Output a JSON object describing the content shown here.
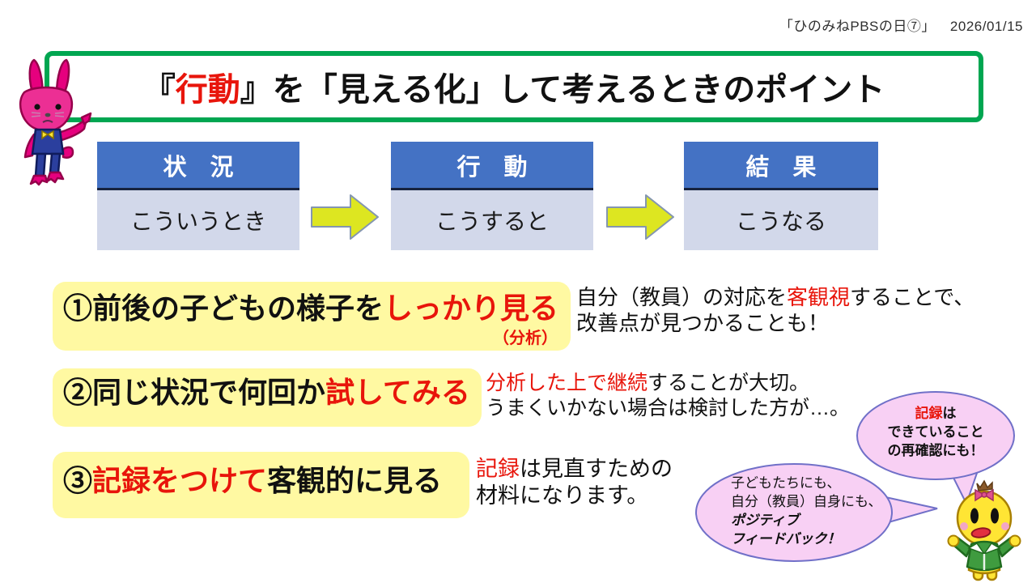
{
  "header": {
    "label": "「ひのみねPBSの日⑦」",
    "date": "2026/01/15"
  },
  "title": {
    "open": "『",
    "emphasis": "行動",
    "rest": "』を「見える化」して考えるときのポイント"
  },
  "flow": {
    "boxes": [
      {
        "header": "状　況",
        "body": "こういうとき"
      },
      {
        "header": "行　動",
        "body": "こうすると"
      },
      {
        "header": "結　果",
        "body": "こうなる"
      }
    ],
    "arrow_icon": "right-block-arrow"
  },
  "points": [
    {
      "lead": "①前後の子どもの様子を",
      "emphasis": "しっかり見る",
      "tail": "",
      "note": "（分析）"
    },
    {
      "lead": "②同じ状況で何回か",
      "emphasis": "試してみる",
      "tail": ""
    },
    {
      "lead": "③",
      "emphasis": "記録をつけて",
      "tail": "客観的に見る"
    }
  ],
  "side_notes": [
    {
      "pre": "自分（教員）の対応を",
      "emphasis": "客観視",
      "post": "することで、",
      "line2": "改善点が見つかることも！"
    },
    {
      "pre": "",
      "emphasis": "分析した上で継続",
      "post": "することが大切。",
      "line2": "うまくいかない場合は検討した方が…。"
    },
    {
      "pre": "",
      "emphasis": "記録",
      "post": "は見直すための",
      "line2": "材料になります。"
    }
  ],
  "bubbles": {
    "records": {
      "line1_emphasis": "記録",
      "line1_rest": "は",
      "line2": "できていること",
      "line3": "の再確認にも！"
    },
    "feedback": {
      "line1": "子どもたちにも、",
      "line2": "自分（教員）自身にも、",
      "line3": "ポジティブ",
      "line4": "フィードバック！"
    }
  },
  "mascots": {
    "left": "pink-rabbit-mascot",
    "right": "yellow-chick-mascot"
  },
  "colors": {
    "title_border_green": "#00a651",
    "emphasis_red": "#e8150b",
    "flow_header_blue": "#4472c4",
    "flow_body_lavender": "#d2d8ea",
    "point_yellow": "#fff9a2",
    "arrow_yellow_green": "#dde621",
    "bubble_pink": "#f8d0f4",
    "bubble_border_purple": "#7070c8"
  }
}
